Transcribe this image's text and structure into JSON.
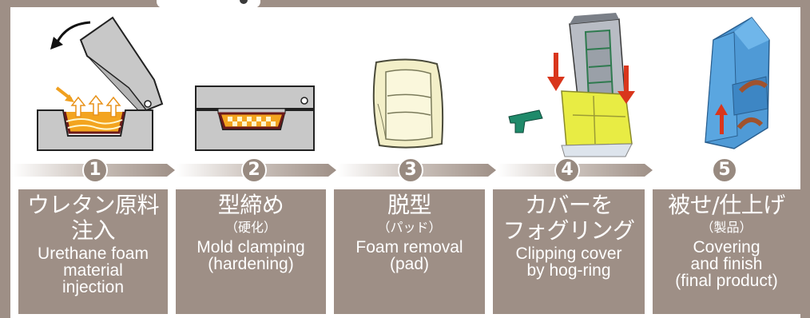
{
  "steps": [
    {
      "number": "1",
      "jp": "ウレタン原料\n注入",
      "jp_sub": "",
      "en": "Urethane foam\nmaterial\ninjection"
    },
    {
      "number": "2",
      "jp": "型締め",
      "jp_sub": "（硬化）",
      "en": "Mold clamping\n(hardening)"
    },
    {
      "number": "3",
      "jp": "脱型",
      "jp_sub": "（パッド）",
      "en": "Foam removal\n(pad)"
    },
    {
      "number": "4",
      "jp": "カバーを\nフォグリング",
      "jp_sub": "",
      "en": "Clipping cover\nby hog-ring"
    },
    {
      "number": "5",
      "jp": "被せ/仕上げ",
      "jp_sub": "（製品）",
      "en": "Covering\nand finish\n(final product)"
    }
  ],
  "colors": {
    "frame": "#9e8f86",
    "label_box": "#9e8f86",
    "mold_gray": "#c8c8c8",
    "foam_orange": "#f0a020",
    "arrow_red": "#d9361c",
    "pad_cream": "#f3efc8",
    "cover_blue": "#4f9ad6"
  }
}
